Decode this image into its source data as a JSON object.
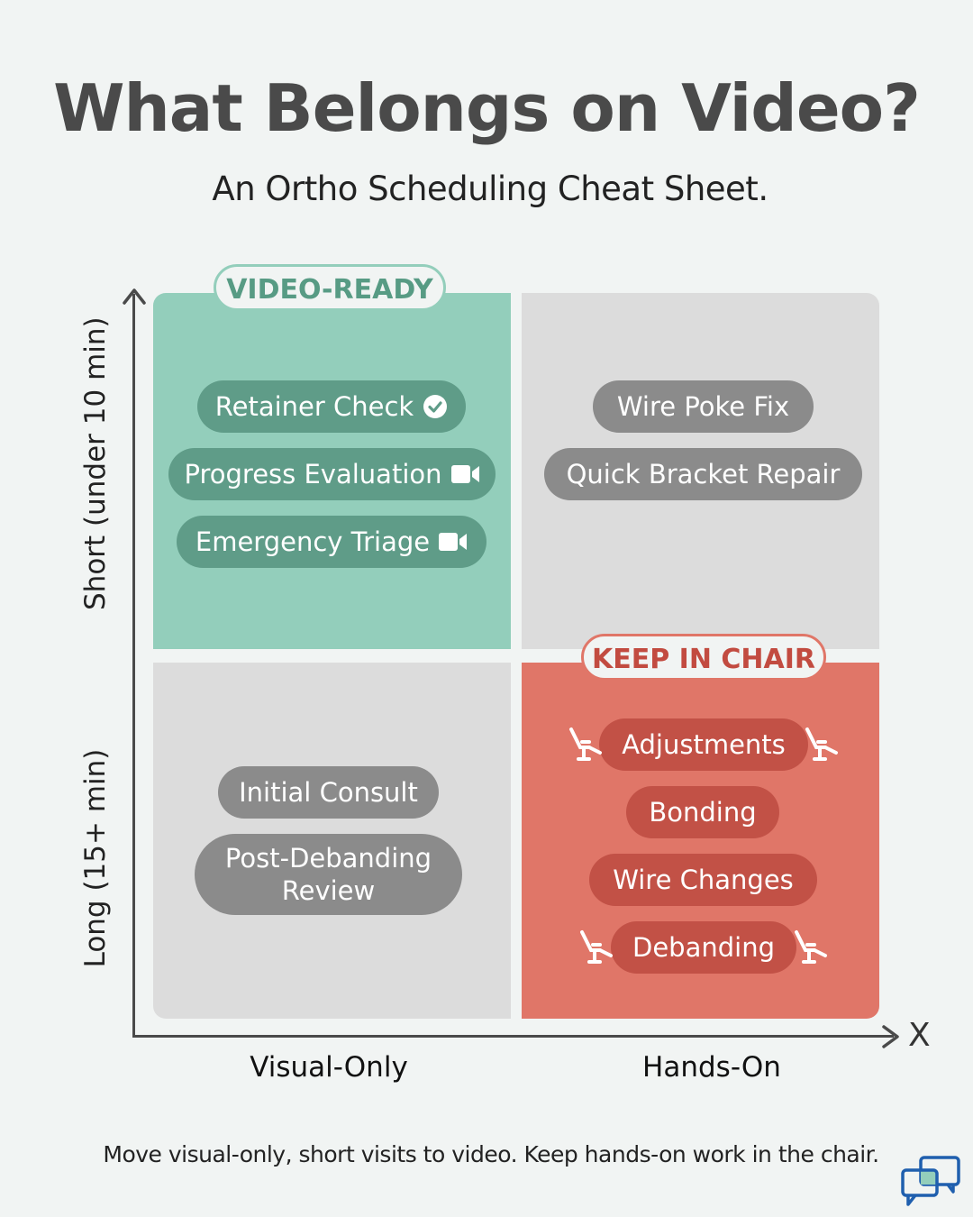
{
  "header": {
    "title": "What Belongs on Video?",
    "subtitle": "An Ortho Scheduling Cheat Sheet."
  },
  "axes": {
    "y_top_label": "Short (under 10 min)",
    "y_bottom_label": "Long (15+ min)",
    "x_left_label": "Visual-Only",
    "x_right_label": "Hands-On",
    "x_axis_letter": "X"
  },
  "quadrants": {
    "top_left": {
      "tag": "VIDEO-READY",
      "color": "#93cebb",
      "items": [
        {
          "label": "Retainer Check",
          "icon": "check-circle-icon"
        },
        {
          "label": "Progress Evaluation",
          "icon": "video-camera-icon"
        },
        {
          "label": "Emergency Triage",
          "icon": "video-camera-icon"
        }
      ]
    },
    "top_right": {
      "color": "#dcdcdc",
      "items": [
        {
          "label": "Wire Poke Fix"
        },
        {
          "label": "Quick Bracket Repair"
        }
      ]
    },
    "bottom_left": {
      "color": "#dcdcdc",
      "items": [
        {
          "label": "Initial Consult"
        },
        {
          "label_line1": "Post-Debanding",
          "label_line2": "Review"
        }
      ]
    },
    "bottom_right": {
      "tag": "KEEP IN CHAIR",
      "color": "#e07668",
      "items": [
        {
          "label": "Adjustments",
          "icon": "dental-chair-icon"
        },
        {
          "label": "Bonding"
        },
        {
          "label": "Wire Changes"
        },
        {
          "label": "Debanding",
          "icon": "dental-chair-icon"
        }
      ]
    }
  },
  "footer": {
    "text": "Move visual-only, short visits to video. Keep hands-on work in the chair.",
    "logo": "chat-bubbles-icon"
  },
  "colors": {
    "background": "#f1f4f3",
    "title": "#4a4a4a",
    "video_ready": "#93cebb",
    "video_ready_pill": "#5f9c88",
    "neutral": "#dcdcdc",
    "neutral_pill": "#8b8b8b",
    "keep_in_chair": "#e07668",
    "keep_in_chair_pill": "#c25146",
    "logo_blue": "#1f5fae"
  }
}
